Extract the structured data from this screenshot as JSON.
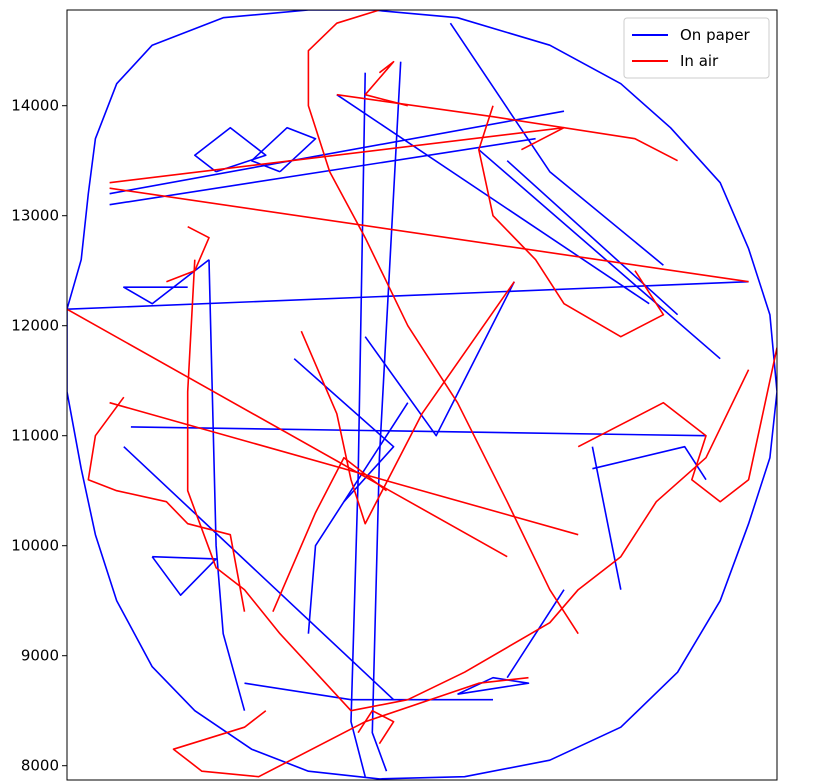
{
  "chart_data": {
    "type": "line",
    "title": "",
    "xlabel": "",
    "ylabel": "",
    "ylim": [
      7870,
      14870
    ],
    "y_ticks": [
      8000,
      9000,
      10000,
      11000,
      12000,
      13000,
      14000
    ],
    "y_tick_labels": [
      "8000",
      "9000",
      "10000",
      "11000",
      "12000",
      "13000",
      "14000"
    ],
    "x_ticks_visible": false,
    "grid": false,
    "legend_position": "top-right",
    "series": [
      {
        "name": "On paper",
        "color": "#0000ff",
        "segments": [
          [
            [
              0.34,
              14.87
            ],
            [
              0.22,
              14.8
            ],
            [
              0.12,
              14.55
            ],
            [
              0.07,
              14.2
            ],
            [
              0.04,
              13.7
            ],
            [
              0.03,
              13.2
            ],
            [
              0.02,
              12.6
            ],
            [
              0.0,
              12.15
            ],
            [
              0.0,
              11.4
            ],
            [
              0.02,
              10.7
            ],
            [
              0.04,
              10.1
            ],
            [
              0.07,
              9.5
            ],
            [
              0.12,
              8.9
            ],
            [
              0.18,
              8.5
            ],
            [
              0.26,
              8.15
            ],
            [
              0.34,
              7.95
            ],
            [
              0.44,
              7.88
            ],
            [
              0.56,
              7.9
            ],
            [
              0.68,
              8.05
            ],
            [
              0.78,
              8.35
            ],
            [
              0.86,
              8.85
            ],
            [
              0.92,
              9.5
            ],
            [
              0.96,
              10.2
            ],
            [
              0.99,
              10.8
            ],
            [
              1.0,
              11.4
            ],
            [
              0.99,
              12.1
            ],
            [
              0.96,
              12.7
            ],
            [
              0.92,
              13.3
            ],
            [
              0.85,
              13.8
            ],
            [
              0.78,
              14.2
            ],
            [
              0.68,
              14.55
            ],
            [
              0.55,
              14.8
            ],
            [
              0.43,
              14.87
            ],
            [
              0.34,
              14.87
            ]
          ],
          [
            [
              0.0,
              12.15
            ],
            [
              0.96,
              12.4
            ]
          ],
          [
            [
              0.06,
              13.2
            ],
            [
              0.7,
              13.95
            ]
          ],
          [
            [
              0.06,
              13.1
            ],
            [
              0.66,
              13.7
            ]
          ],
          [
            [
              0.38,
              14.1
            ],
            [
              0.82,
              12.2
            ]
          ],
          [
            [
              0.54,
              14.75
            ],
            [
              0.68,
              13.4
            ],
            [
              0.84,
              12.55
            ]
          ],
          [
            [
              0.58,
              13.6
            ],
            [
              0.92,
              11.7
            ]
          ],
          [
            [
              0.62,
              13.5
            ],
            [
              0.86,
              12.1
            ]
          ],
          [
            [
              0.09,
              11.08
            ],
            [
              0.9,
              11.0
            ]
          ],
          [
            [
              0.08,
              10.9
            ],
            [
              0.46,
              8.6
            ]
          ],
          [
            [
              0.2,
              12.6
            ],
            [
              0.21,
              10.0
            ],
            [
              0.22,
              9.2
            ],
            [
              0.25,
              8.5
            ]
          ],
          [
            [
              0.17,
              12.35
            ],
            [
              0.08,
              12.35
            ],
            [
              0.12,
              12.2
            ],
            [
              0.2,
              12.6
            ]
          ],
          [
            [
              0.12,
              9.9
            ],
            [
              0.21,
              9.88
            ],
            [
              0.16,
              9.55
            ],
            [
              0.12,
              9.9
            ]
          ],
          [
            [
              0.25,
              8.75
            ],
            [
              0.4,
              8.6
            ],
            [
              0.6,
              8.6
            ]
          ],
          [
            [
              0.48,
              11.3
            ],
            [
              0.35,
              10.0
            ],
            [
              0.34,
              9.2
            ]
          ],
          [
            [
              0.42,
              11.9
            ],
            [
              0.52,
              11.0
            ],
            [
              0.63,
              12.4
            ]
          ],
          [
            [
              0.32,
              11.7
            ],
            [
              0.46,
              10.9
            ],
            [
              0.39,
              10.4
            ]
          ],
          [
            [
              0.47,
              14.4
            ],
            [
              0.44,
              10.8
            ],
            [
              0.43,
              8.3
            ],
            [
              0.45,
              7.95
            ]
          ],
          [
            [
              0.42,
              14.3
            ],
            [
              0.41,
              10.6
            ],
            [
              0.4,
              8.4
            ],
            [
              0.42,
              7.9
            ]
          ],
          [
            [
              0.74,
              10.9
            ],
            [
              0.78,
              9.6
            ]
          ],
          [
            [
              0.74,
              10.7
            ],
            [
              0.87,
              10.9
            ],
            [
              0.9,
              10.6
            ]
          ],
          [
            [
              0.62,
              8.8
            ],
            [
              0.7,
              9.6
            ]
          ],
          [
            [
              0.55,
              8.65
            ],
            [
              0.65,
              8.75
            ],
            [
              0.6,
              8.8
            ],
            [
              0.55,
              8.65
            ]
          ],
          [
            [
              0.21,
              13.4
            ],
            [
              0.28,
              13.55
            ],
            [
              0.23,
              13.8
            ],
            [
              0.18,
              13.55
            ],
            [
              0.21,
              13.4
            ]
          ],
          [
            [
              0.3,
              13.4
            ],
            [
              0.35,
              13.7
            ],
            [
              0.31,
              13.8
            ],
            [
              0.26,
              13.5
            ],
            [
              0.3,
              13.4
            ]
          ]
        ]
      },
      {
        "name": "In air",
        "color": "#ff0000",
        "segments": [
          [
            [
              0.44,
              14.87
            ],
            [
              0.38,
              14.75
            ],
            [
              0.34,
              14.5
            ],
            [
              0.34,
              14.0
            ],
            [
              0.37,
              13.4
            ],
            [
              0.42,
              12.8
            ],
            [
              0.48,
              12.0
            ],
            [
              0.55,
              11.3
            ],
            [
              0.62,
              10.4
            ],
            [
              0.68,
              9.6
            ],
            [
              0.72,
              9.2
            ]
          ],
          [
            [
              0.06,
              13.25
            ],
            [
              0.96,
              12.4
            ]
          ],
          [
            [
              0.06,
              13.3
            ],
            [
              0.7,
              13.8
            ],
            [
              0.64,
              13.6
            ]
          ],
          [
            [
              0.0,
              12.15
            ],
            [
              0.62,
              9.9
            ]
          ],
          [
            [
              0.06,
              11.3
            ],
            [
              0.72,
              10.1
            ]
          ],
          [
            [
              0.08,
              11.35
            ],
            [
              0.04,
              11.0
            ],
            [
              0.03,
              10.6
            ],
            [
              0.07,
              10.5
            ],
            [
              0.14,
              10.4
            ],
            [
              0.17,
              10.2
            ],
            [
              0.23,
              10.1
            ],
            [
              0.25,
              9.4
            ]
          ],
          [
            [
              0.18,
              12.6
            ],
            [
              0.17,
              11.4
            ],
            [
              0.17,
              10.5
            ],
            [
              0.21,
              9.8
            ],
            [
              0.25,
              9.6
            ],
            [
              0.3,
              9.2
            ],
            [
              0.4,
              8.5
            ],
            [
              0.48,
              8.6
            ],
            [
              0.56,
              8.85
            ],
            [
              0.68,
              9.3
            ],
            [
              0.72,
              9.6
            ],
            [
              0.78,
              9.9
            ],
            [
              0.83,
              10.4
            ],
            [
              0.9,
              10.8
            ],
            [
              0.96,
              11.6
            ]
          ],
          [
            [
              0.17,
              12.9
            ],
            [
              0.2,
              12.8
            ],
            [
              0.18,
              12.5
            ],
            [
              0.14,
              12.4
            ]
          ],
          [
            [
              0.33,
              11.95
            ],
            [
              0.38,
              11.2
            ],
            [
              0.4,
              10.6
            ],
            [
              0.42,
              10.2
            ],
            [
              0.5,
              11.2
            ],
            [
              0.63,
              12.4
            ]
          ],
          [
            [
              0.29,
              9.4
            ],
            [
              0.35,
              10.3
            ],
            [
              0.39,
              10.8
            ],
            [
              0.45,
              10.5
            ]
          ],
          [
            [
              0.44,
              14.3
            ],
            [
              0.46,
              14.4
            ],
            [
              0.42,
              14.1
            ],
            [
              0.48,
              14.0
            ]
          ],
          [
            [
              0.28,
              8.5
            ],
            [
              0.25,
              8.35
            ],
            [
              0.15,
              8.15
            ],
            [
              0.19,
              7.95
            ],
            [
              0.27,
              7.9
            ],
            [
              0.42,
              8.4
            ],
            [
              0.58,
              8.75
            ],
            [
              0.65,
              8.8
            ]
          ],
          [
            [
              0.41,
              8.3
            ],
            [
              0.43,
              8.5
            ],
            [
              0.46,
              8.4
            ],
            [
              0.44,
              8.2
            ]
          ],
          [
            [
              0.72,
              10.9
            ],
            [
              0.78,
              11.1
            ],
            [
              0.84,
              11.3
            ],
            [
              0.9,
              11.0
            ],
            [
              0.88,
              10.6
            ],
            [
              0.92,
              10.4
            ],
            [
              0.96,
              10.6
            ],
            [
              1.0,
              11.8
            ]
          ],
          [
            [
              0.8,
              12.5
            ],
            [
              0.84,
              12.1
            ],
            [
              0.78,
              11.9
            ],
            [
              0.7,
              12.2
            ],
            [
              0.66,
              12.6
            ],
            [
              0.6,
              13.0
            ],
            [
              0.58,
              13.6
            ],
            [
              0.6,
              14.0
            ]
          ],
          [
            [
              0.38,
              14.1
            ],
            [
              0.6,
              13.9
            ],
            [
              0.8,
              13.7
            ],
            [
              0.86,
              13.5
            ]
          ]
        ]
      }
    ]
  }
}
